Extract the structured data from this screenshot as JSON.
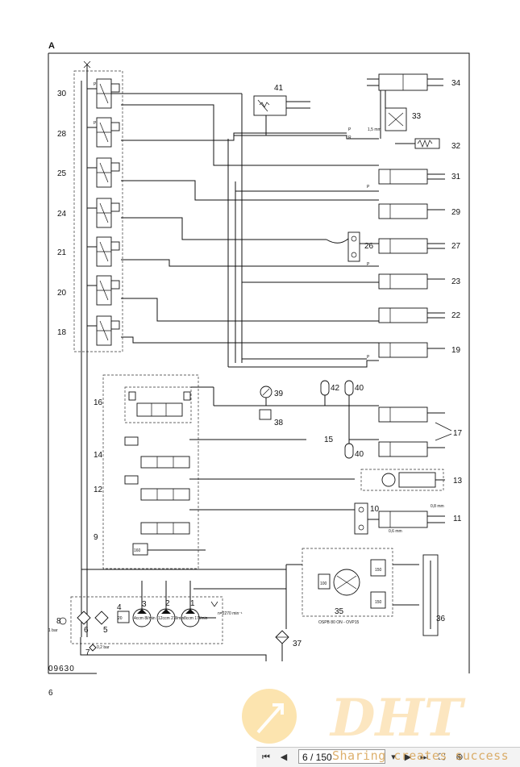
{
  "figure": {
    "section_letter": "A",
    "drawing_number": "09630",
    "page_number": "6",
    "labels": {
      "l30": "30",
      "l28": "28",
      "l25": "25",
      "l24": "24",
      "l21": "21",
      "l20": "20",
      "l18": "18",
      "l16": "16",
      "l14": "14",
      "l12": "12",
      "l9": "9",
      "l41": "41",
      "l34": "34",
      "l33": "33",
      "l32": "32",
      "l31": "31",
      "l29": "29",
      "l27": "27",
      "l26": "26",
      "l23": "23",
      "l22": "22",
      "l19": "19",
      "l39": "39",
      "l38": "38",
      "l42": "42",
      "l40a": "40",
      "l40b": "40",
      "l17": "17",
      "l15": "15",
      "l13": "13",
      "l11": "11",
      "l10": "10",
      "l35": "35",
      "l36": "36",
      "l37": "37",
      "l8": "8",
      "l7": "7",
      "l6": "6",
      "l5": "5",
      "l4": "4",
      "l3": "3",
      "l2": "2",
      "l1": "1"
    },
    "annotations": {
      "pressure_1bar": "1 bar",
      "pressure_02bar": "0,2 bar",
      "orifice_1_5mm": "1,5 mm",
      "orifice_0_8mm": "0,8 mm",
      "orifice_0_6mm": "0,6 mm",
      "pump3": "4ccm 8l/min",
      "pump2": "12ccm 27l/min",
      "pump1": "8ccm 17l/min",
      "flow_note": "n=2270 min⁻¹",
      "relief_100": "100",
      "relief_160": "160",
      "relief_150": "150",
      "relief_20": "20",
      "pump_unit_35": "OSPB 80 ON - OVP15",
      "port_p": "P",
      "port_r": "R"
    }
  },
  "watermark": {
    "logo_text": "DHT",
    "slogan": "Sharing creates success"
  },
  "viewer": {
    "page_indicator": "6 / 150"
  }
}
